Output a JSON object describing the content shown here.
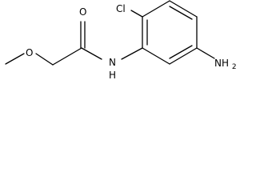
{
  "molecule": {
    "atoms": {
      "chlorine": "Cl",
      "carbonyl_oxygen": "O",
      "ether_oxygen": "O",
      "amide_nitrogen": "N",
      "amide_hydrogen": "H",
      "amine_nitrogen": "NH",
      "amine_subscript": "2"
    }
  }
}
